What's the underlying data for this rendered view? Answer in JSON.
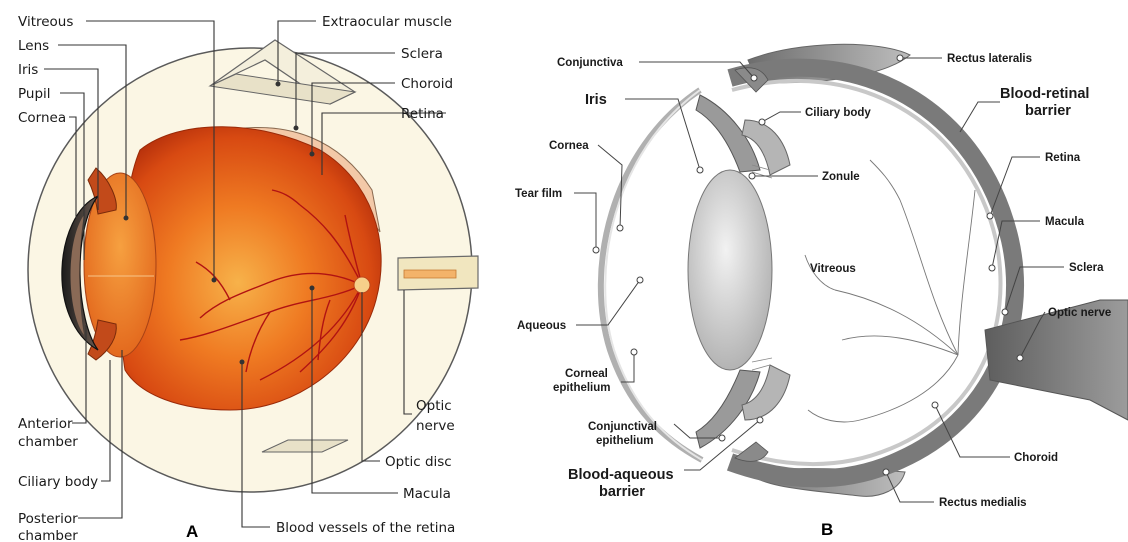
{
  "panel_a": {
    "letter": "A",
    "labels": {
      "vitreous": "Vitreous",
      "lens": "Lens",
      "iris": "Iris",
      "pupil": "Pupil",
      "cornea": "Cornea",
      "anterior_chamber_1": "Anterior",
      "anterior_chamber_2": "chamber",
      "ciliary_body": "Ciliary body",
      "posterior_chamber_1": "Posterior",
      "posterior_chamber_2": "chamber",
      "extraocular_muscle": "Extraocular muscle",
      "sclera": "Sclera",
      "choroid": "Choroid",
      "retina": "Retina",
      "optic_nerve_1": "Optic",
      "optic_nerve_2": "nerve",
      "optic_disc": "Optic disc",
      "macula": "Macula",
      "blood_vessels": "Blood vessels of the retina"
    }
  },
  "panel_b": {
    "letter": "B",
    "labels": {
      "conjunctiva": "Conjunctiva",
      "iris": "Iris",
      "cornea": "Cornea",
      "tear_film": "Tear film",
      "aqueous": "Aqueous",
      "corneal_epithelium_1": "Corneal",
      "corneal_epithelium_2": "epithelium",
      "conjunctival_epithelium_1": "Conjunctival",
      "conjunctival_epithelium_2": "epithelium",
      "blood_aqueous_barrier_1": "Blood-aqueous",
      "blood_aqueous_barrier_2": "barrier",
      "rectus_lateralis": "Rectus lateralis",
      "ciliary_body": "Ciliary body",
      "blood_retinal_barrier_1": "Blood-retinal",
      "blood_retinal_barrier_2": "barrier",
      "zonule": "Zonule",
      "retina": "Retina",
      "macula": "Macula",
      "vitreous": "Vitreous",
      "sclera": "Sclera",
      "optic_nerve": "Optic nerve",
      "choroid": "Choroid",
      "rectus_medialis": "Rectus medialis"
    }
  }
}
